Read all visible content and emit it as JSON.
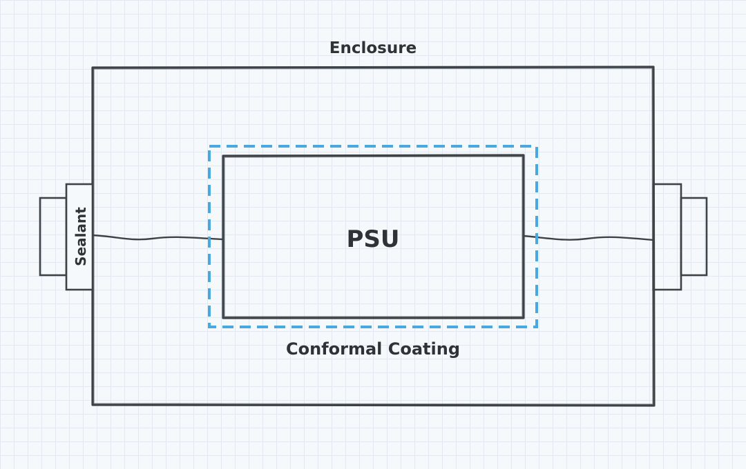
{
  "diagram": {
    "title": "",
    "enclosure_label": "Enclosure",
    "psu_label": "PSU",
    "coating_label": "Conformal Coating",
    "sealant_label": "Sealant"
  },
  "colors": {
    "stroke": "#3d4247",
    "coating": "#4aa8e0",
    "background": "#f6f9fc",
    "grid": "#e3e9f1"
  }
}
